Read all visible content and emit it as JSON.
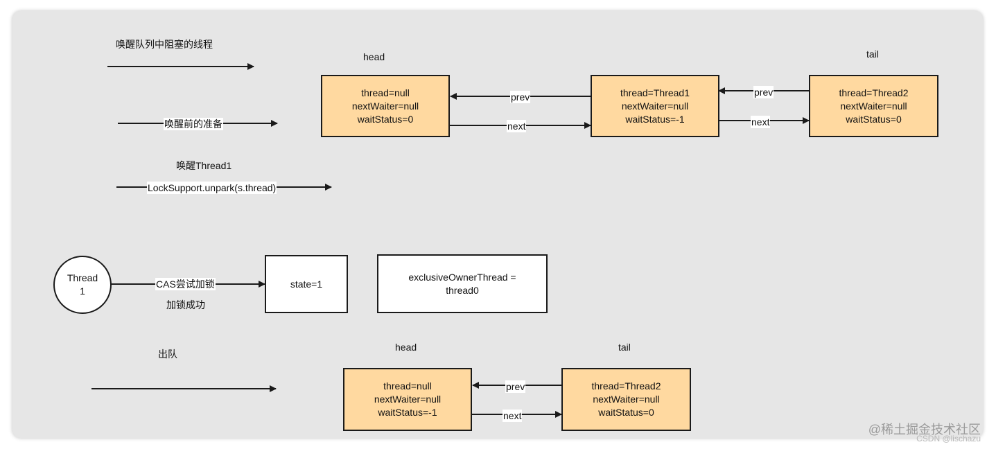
{
  "steps": {
    "wake_blocked": "唤醒队列中阻塞的线程",
    "prepare": "唤醒前的准备",
    "wake_thread1": "唤醒Thread1",
    "unpark": "LockSupport.unpark(s.thread)",
    "cas_try": "CAS尝试加锁",
    "lock_success": "加锁成功",
    "dequeue": "出队"
  },
  "queue_top": {
    "head_label": "head",
    "tail_label": "tail",
    "nodes": [
      {
        "line1": "thread=null",
        "line2": "nextWaiter=null",
        "line3": "waitStatus=0"
      },
      {
        "line1": "thread=Thread1",
        "line2": "nextWaiter=null",
        "line3": "waitStatus=-1"
      },
      {
        "line1": "thread=Thread2",
        "line2": "nextWaiter=null",
        "line3": "waitStatus=0"
      }
    ],
    "prev_label": "prev",
    "next_label": "next"
  },
  "thread_circle": {
    "line1": "Thread",
    "line2": "1"
  },
  "state_box": "state=1",
  "owner_box": {
    "line1": "exclusiveOwnerThread =",
    "line2": "thread0"
  },
  "queue_bottom": {
    "head_label": "head",
    "tail_label": "tail",
    "nodes": [
      {
        "line1": "thread=null",
        "line2": "nextWaiter=null",
        "line3": "waitStatus=-1"
      },
      {
        "line1": "thread=Thread2",
        "line2": "nextWaiter=null",
        "line3": "waitStatus=0"
      }
    ],
    "prev_label": "prev",
    "next_label": "next"
  },
  "watermark": {
    "main": "@稀土掘金技术社区",
    "sub": "CSDN @lischazu"
  },
  "colors": {
    "node_fill": "#ffd9a0",
    "border": "#1a1a1a",
    "background": "#e6e6e6"
  }
}
